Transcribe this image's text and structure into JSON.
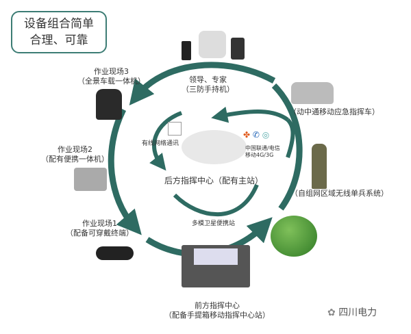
{
  "title": {
    "line1": "设备组合简单",
    "line2": "合理、可靠"
  },
  "nodes": {
    "leaders": {
      "line1": "领导、专家",
      "line2": "（三防手持机）"
    },
    "site3": {
      "line1": "作业现场3",
      "line2": "（全景车载一体机）"
    },
    "site2": {
      "line1": "作业现场2",
      "line2": "（配有便携一体机）"
    },
    "site1": {
      "line1": "作业现场1",
      "line2": "（配备可穿戴终端）"
    },
    "vehicle": {
      "line1": "（动中通移动应急指挥车）"
    },
    "soldier": {
      "line1": "（自组网区域无线单兵系统）"
    },
    "front": {
      "line1": "前方指挥中心",
      "line2": "（配备手提箱移动指挥中心站）"
    },
    "rear": {
      "line1": "后方指挥中心（配有主站）"
    },
    "wired": {
      "line1": "有线网络通讯"
    },
    "carriers": {
      "line1": "中国联通/电信",
      "line2": "移动4G/3G"
    },
    "satellite": {
      "line1": "多模卫星便携站"
    }
  },
  "watermark": {
    "text": "四川电力"
  },
  "colors": {
    "arrow": "#2e6b62",
    "border": "#3c7c74"
  }
}
